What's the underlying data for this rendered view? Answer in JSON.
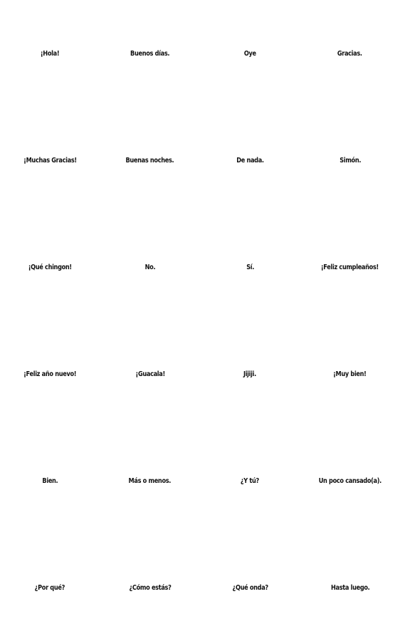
{
  "text_color": "#111111",
  "background": "#ffffff",
  "phrases": [
    "¡Hola!",
    "Buenos días.",
    "Oye",
    "Gracias.",
    "¡Muchas Gracias!",
    "Buenas noches.",
    "De nada.",
    "Simón.",
    "¡Qué chingon!",
    "No.",
    "Sí.",
    "¡Feliz cumpleaños!",
    "¡Feliz año nuevo!",
    "¡Guacala!",
    "Jijiji.",
    "¡Muy bien!",
    "Bien.",
    "Más o menos.",
    "¿Y tú?",
    "Un poco cansado(a).",
    "¿Por qué?",
    "¿Cómo estás?",
    "¿Qué onda?",
    "Hasta luego."
  ]
}
